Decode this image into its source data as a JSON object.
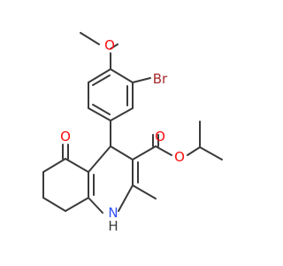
{
  "molecule": {
    "atoms": [
      {
        "id": "methoxy-o",
        "symbol": "O",
        "color": "#ff0d0d"
      },
      {
        "id": "bromine",
        "symbol": "Br",
        "color": "#a62929"
      },
      {
        "id": "ketone-o",
        "symbol": "O",
        "color": "#ff0d0d"
      },
      {
        "id": "carbonyl-o",
        "symbol": "O",
        "color": "#ff0d0d"
      },
      {
        "id": "ester-o",
        "symbol": "O",
        "color": "#ff0d0d"
      },
      {
        "id": "amine-n",
        "symbol": "N",
        "color": "#3050f8"
      },
      {
        "id": "amine-h",
        "symbol": "H",
        "color": "#3a3a3a"
      }
    ],
    "bond_color": "#3a3a3a"
  }
}
